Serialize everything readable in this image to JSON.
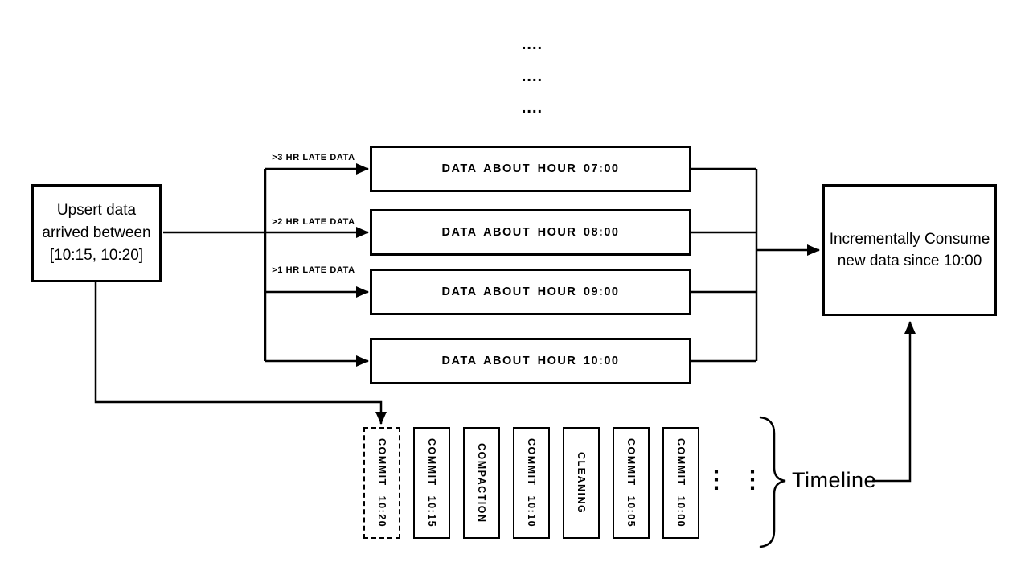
{
  "diagram": {
    "colors": {
      "ink": "#000000",
      "background": "#ffffff"
    },
    "top_dots": [
      "....",
      "....",
      "...."
    ],
    "upsert_box": {
      "line1": "Upsert data",
      "line2": "arrived between",
      "line3": "[10:15, 10:20]"
    },
    "late_labels": {
      "l3hr": ">3 HR LATE DATA",
      "l2hr": ">2 HR LATE DATA",
      "l1hr": ">1 HR LATE DATA"
    },
    "hour_boxes": [
      "DATA ABOUT HOUR 07:00",
      "DATA ABOUT HOUR 08:00",
      "DATA ABOUT HOUR 09:00",
      "DATA ABOUT HOUR 10:00"
    ],
    "consume_box": {
      "line1": "Incrementally Consume",
      "line2": "new data since 10:00"
    },
    "timeline": {
      "commits": [
        {
          "label": "COMMIT 10:20",
          "style": "dashed"
        },
        {
          "label": "COMMIT 10:15",
          "style": "solid"
        },
        {
          "label": "COMPACTION",
          "style": "solid"
        },
        {
          "label": "COMMIT 10:10",
          "style": "solid"
        },
        {
          "label": "CLEANING",
          "style": "solid"
        },
        {
          "label": "COMMIT 10:05",
          "style": "solid"
        },
        {
          "label": "COMMIT 10:00",
          "style": "solid"
        }
      ],
      "ellipsis": [
        "⋮",
        "⋮"
      ],
      "label": "Timeline"
    }
  }
}
